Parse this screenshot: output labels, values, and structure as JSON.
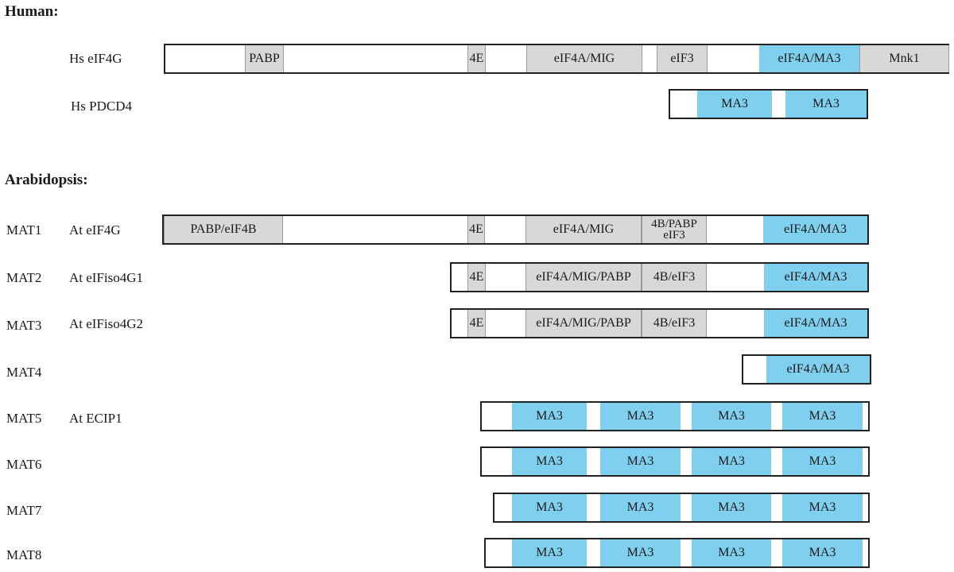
{
  "sections": {
    "human": "Human:",
    "arabidopsis": "Arabidopsis:"
  },
  "colors": {
    "gray_domain": "#d8d8d8",
    "blue_domain": "#7fd0ee",
    "outline": "#222222"
  },
  "rows": {
    "hs_eif4g": {
      "name": "Hs eIF4G",
      "domains": {
        "pabp": "PABP",
        "e4": "4E",
        "eif4a_mig": "eIF4A/MIG",
        "eif3": "eIF3",
        "eif4a_ma3": "eIF4A/MA3",
        "mnk1": "Mnk1"
      }
    },
    "hs_pdcd4": {
      "name": "Hs PDCD4",
      "domains": {
        "ma3_1": "MA3",
        "ma3_2": "MA3"
      }
    },
    "mat1": {
      "mat": "MAT1",
      "name": "At eIF4G",
      "domains": {
        "pabp_eif4b": "PABP/eIF4B",
        "e4": "4E",
        "eif4a_mig": "eIF4A/MIG",
        "b4_pabp_line1": "4B/PABP",
        "b4_pabp_line2": "eIF3",
        "eif4a_ma3": "eIF4A/MA3"
      }
    },
    "mat2": {
      "mat": "MAT2",
      "name": "At eIFiso4G1",
      "domains": {
        "e4": "4E",
        "eif4a_mig_pabp": "eIF4A/MIG/PABP",
        "b4_eif3": "4B/eIF3",
        "eif4a_ma3": "eIF4A/MA3"
      }
    },
    "mat3": {
      "mat": "MAT3",
      "name": "At eIFiso4G2",
      "domains": {
        "e4": "4E",
        "eif4a_mig_pabp": "eIF4A/MIG/PABP",
        "b4_eif3": "4B/eIF3",
        "eif4a_ma3": "eIF4A/MA3"
      }
    },
    "mat4": {
      "mat": "MAT4",
      "domains": {
        "eif4a_ma3": "eIF4A/MA3"
      }
    },
    "mat5": {
      "mat": "MAT5",
      "name": "At ECIP1",
      "domains": {
        "ma3_1": "MA3",
        "ma3_2": "MA3",
        "ma3_3": "MA3",
        "ma3_4": "MA3"
      }
    },
    "mat6": {
      "mat": "MAT6",
      "domains": {
        "ma3_1": "MA3",
        "ma3_2": "MA3",
        "ma3_3": "MA3",
        "ma3_4": "MA3"
      }
    },
    "mat7": {
      "mat": "MAT7",
      "domains": {
        "ma3_1": "MA3",
        "ma3_2": "MA3",
        "ma3_3": "MA3",
        "ma3_4": "MA3"
      }
    },
    "mat8": {
      "mat": "MAT8",
      "domains": {
        "ma3_1": "MA3",
        "ma3_2": "MA3",
        "ma3_3": "MA3",
        "ma3_4": "MA3"
      }
    }
  }
}
